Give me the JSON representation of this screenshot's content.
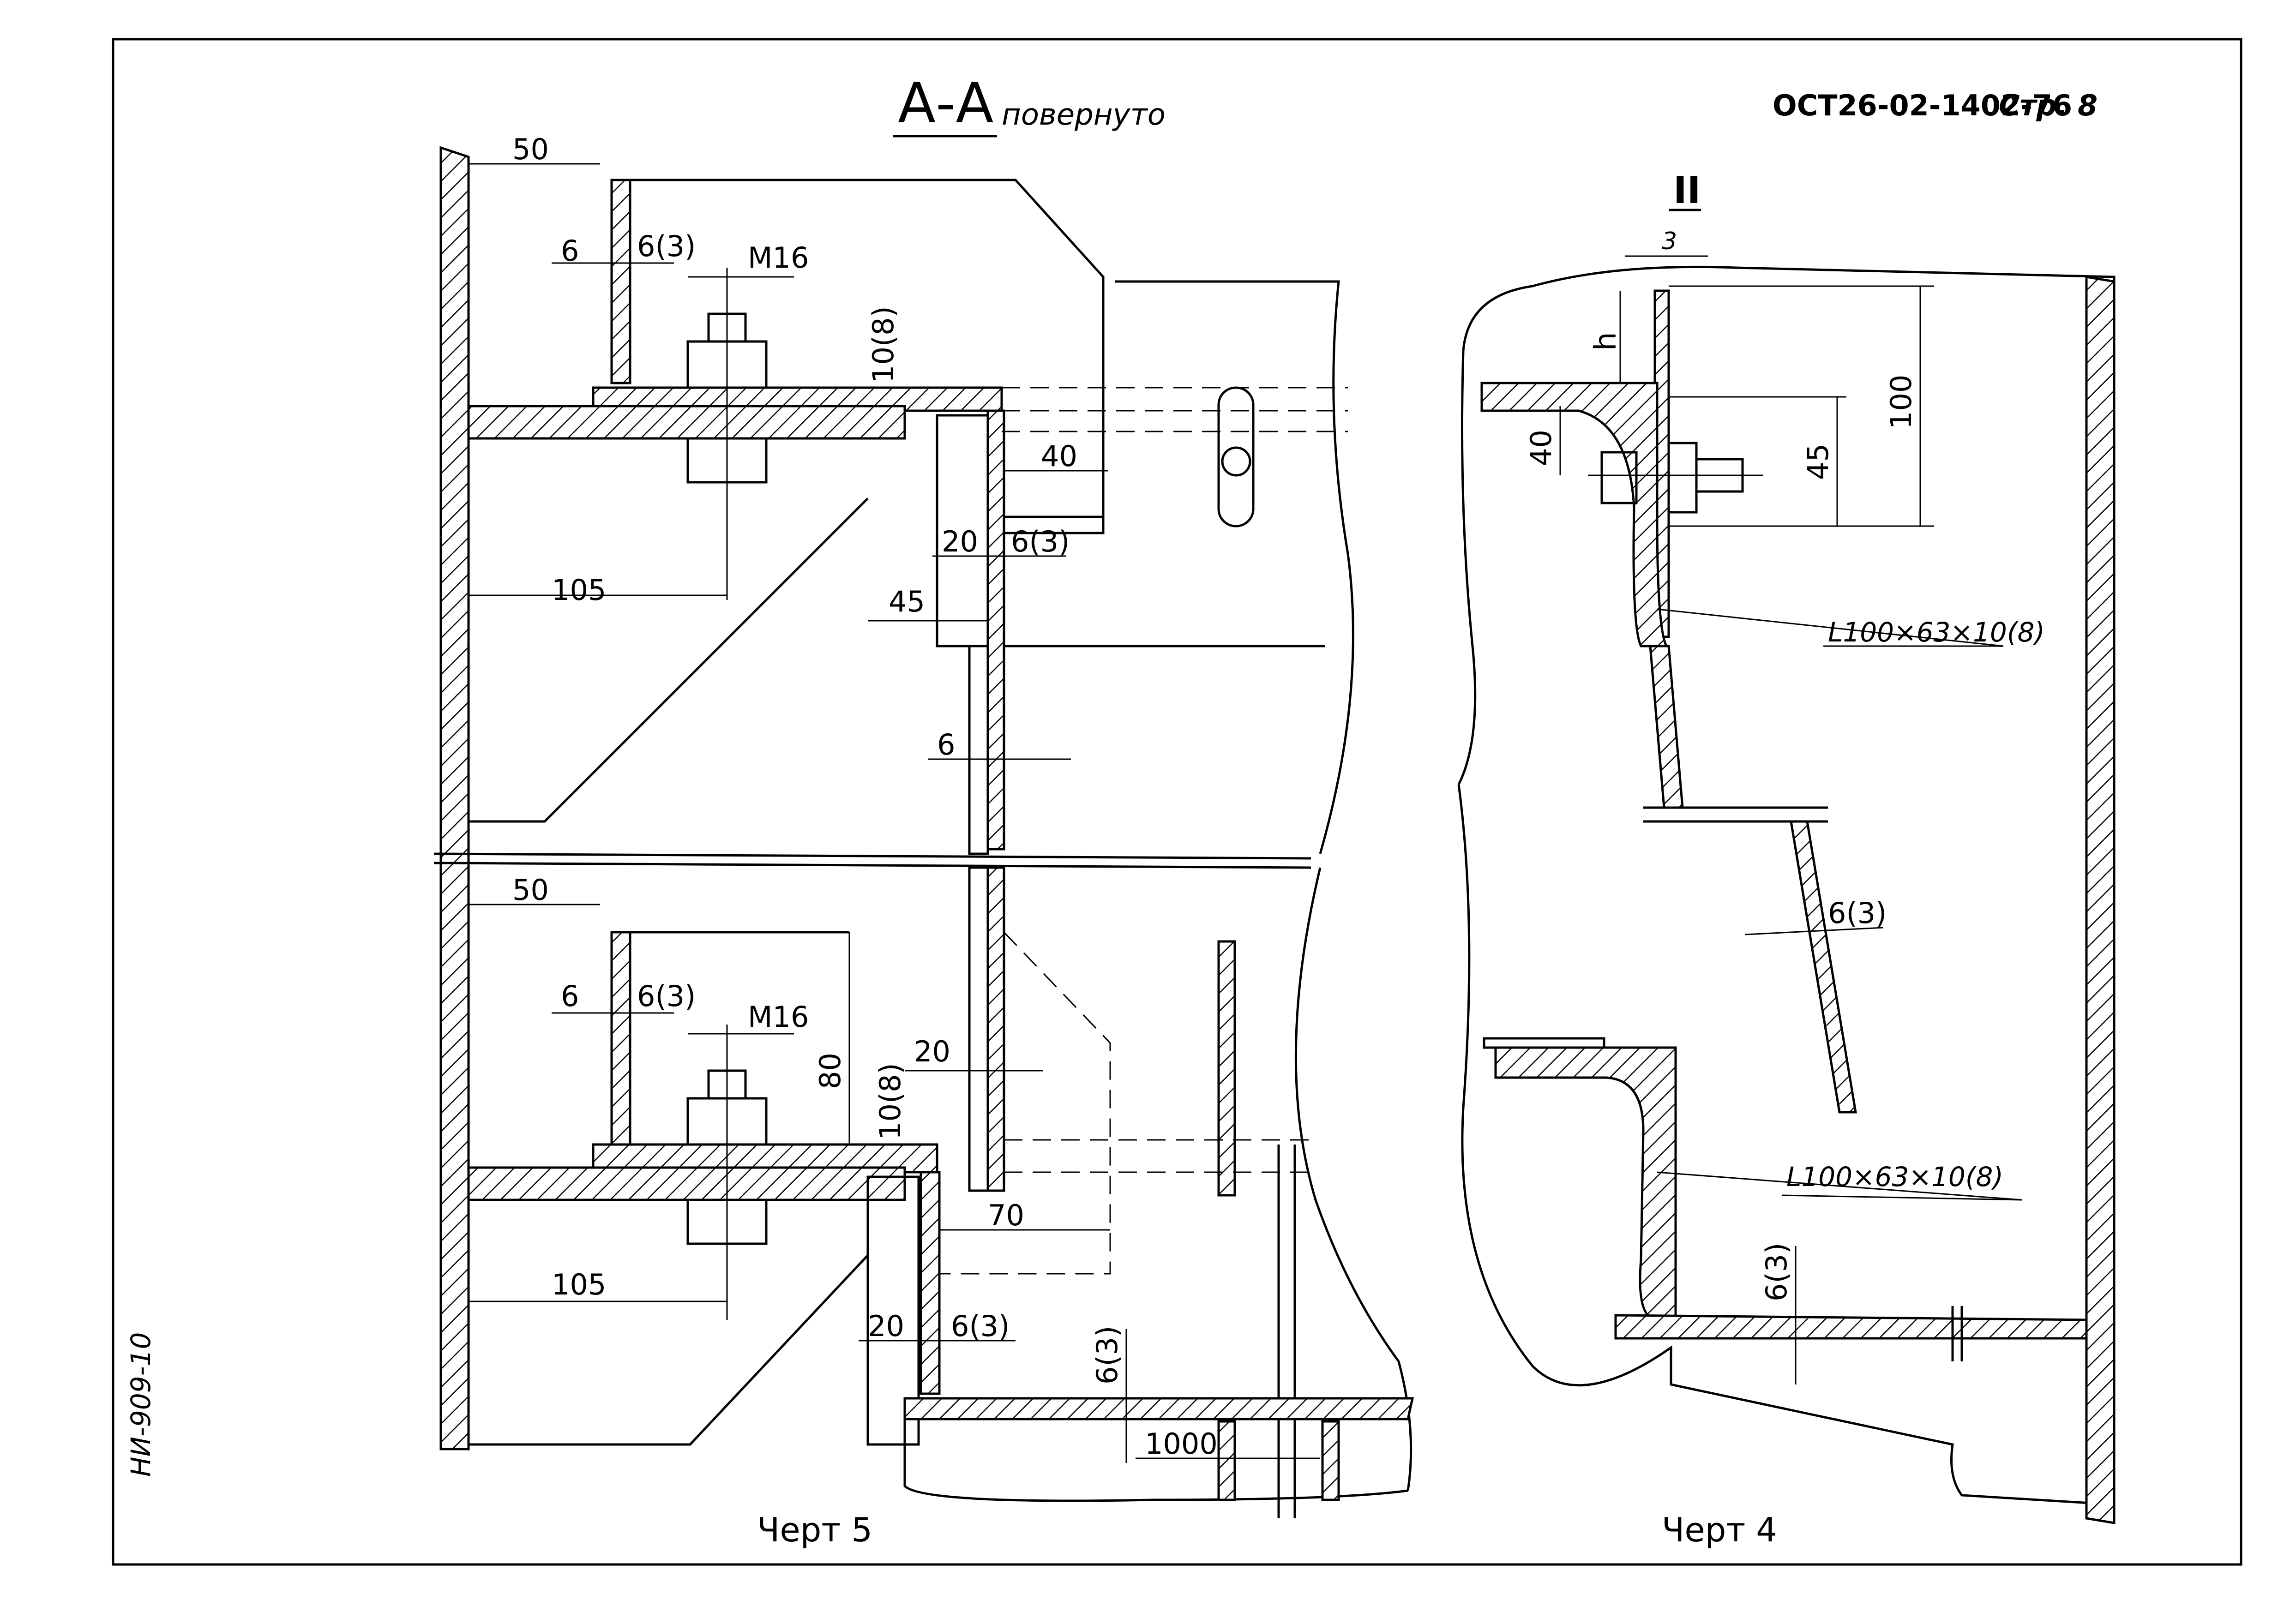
{
  "drawing": {
    "section_title": "А-А",
    "section_suffix": "повернуто",
    "standard_ref": "ОСТ26-02-1402-76",
    "page_label": "Стр. 8",
    "side_code": "НИ-909-10",
    "view_marker": "II",
    "caption_left": "Черт 5",
    "caption_right": "Черт 4"
  },
  "dimensions_left_upper": {
    "d50": "50",
    "d6": "6",
    "d6_3": "6(3)",
    "bolt": "М16",
    "d10_8": "10(8)",
    "d40": "40",
    "d20": "20",
    "d6_3b": "6(3)",
    "d105": "105",
    "d45": "45",
    "d6b": "6"
  },
  "dimensions_left_lower": {
    "d50": "50",
    "d6": "6",
    "d6_3": "6(3)",
    "bolt": "М16",
    "d80": "80",
    "d10_8": "10(8)",
    "d20": "20",
    "d70": "70",
    "d105": "105",
    "d20b": "20",
    "d6_3b": "6(3)",
    "d6_3c": "6(3)",
    "d1000": "1000"
  },
  "dimensions_right": {
    "d3": "3",
    "h": "h",
    "d100": "100",
    "d40": "40",
    "d45": "45",
    "angle_upper": "L100×63×10(8)",
    "d6_3": "6(3)",
    "angle_lower": "L100×63×10(8)",
    "d6_3b": "6(3)"
  }
}
